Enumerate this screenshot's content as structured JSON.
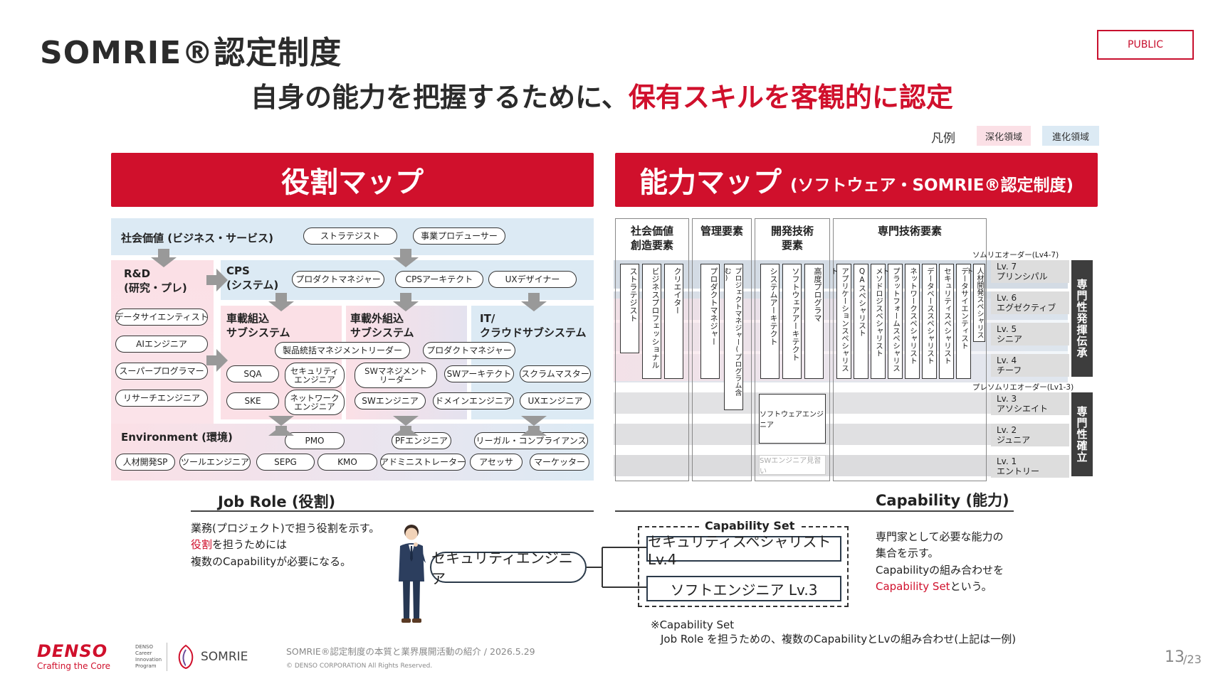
{
  "header": {
    "title": "SOMRIE®認定制度",
    "badge": "PUBLIC",
    "subtitle_black": "自身の能力を把握するために、",
    "subtitle_red": "保有スキルを客観的に認定"
  },
  "legend": {
    "label": "凡例",
    "deep": "深化領域",
    "evolve": "進化領域"
  },
  "colors": {
    "brand_red": "#d0102c",
    "deep_pink": "#fbe0e6",
    "evolve_blue": "#dceaf4"
  },
  "role_map": {
    "banner": "役割マップ",
    "social_value": "社会価値 (ビジネス・サービス)",
    "social_pills": [
      "ストラテジスト",
      "事業プロデューサー"
    ],
    "rd_label": "R&D\n(研究・プレ)",
    "rd_pills": [
      "データサイエンティスト",
      "AIエンジニア",
      "スーパープログラマー",
      "リサーチエンジニア"
    ],
    "cps_label": "CPS\n(システム)",
    "cps_pills": [
      "プロダクトマネジャー",
      "CPSアーキテクト",
      "UXデザイナー"
    ],
    "sub1_label": "車載組込\nサブシステム",
    "sub2_label": "車載外組込\nサブシステム",
    "sub3_label": "IT/\nクラウドサブシステム",
    "mid_pills": [
      "製品統括マネジメントリーダー",
      "プロダクトマネジャー"
    ],
    "row1_pills": [
      "SQA",
      "セキュリティ\nエンジニア",
      "SWマネジメント\nリーダー",
      "SWアーキテクト",
      "スクラムマスター"
    ],
    "row2_pills": [
      "SKE",
      "ネットワーク\nエンジニア",
      "SWエンジニア",
      "ドメインエンジニア",
      "UXエンジニア"
    ],
    "env_label": "Environment (環境)",
    "env_top_pills": [
      "PMO",
      "PFエンジニア",
      "リーガル・コンプライアンス"
    ],
    "env_bottom_pills": [
      "人材開発SP",
      "ツールエンジニア",
      "SEPG",
      "KMO",
      "アドミニストレーター",
      "アセッサ",
      "マーケッター"
    ]
  },
  "capability_map": {
    "banner_main": "能力マップ",
    "banner_sub": "(ソフトウェア・SOMRIE®認定制度)",
    "groups": [
      {
        "header": "社会価値\n創造要素",
        "items": [
          "ストラテジスト",
          "ビジネスプロフェッショナル",
          "クリエイター"
        ]
      },
      {
        "header": "管理要素",
        "items": [
          "プロダクトマネジャー",
          "プロジェクトマネジャー(プログラム含む)"
        ]
      },
      {
        "header": "開発技術\n要素",
        "items": [
          "システムアーキテクト",
          "ソフトウェアアーキテクト",
          "高度プログラマ"
        ]
      },
      {
        "header": "専門技術要素",
        "items": [
          "アプリケーションスペシャリスト",
          "QAスペシャリスト",
          "メソドロジスペシャリスト",
          "プラットフォームスペシャリスト",
          "ネットワークスペシャリスト",
          "データベーススペシャリスト",
          "セキュリティスペシャリスト",
          "データサイエンティスト",
          "人材開発スペシャリスト"
        ]
      }
    ],
    "sw_engineer": "ソフトウェアエンジニア",
    "sw_engineer_candidate": "SWエンジニア見習い",
    "group_upper": "ソムリエオーダー(Lv4-7)",
    "group_lower": "プレソムリエオーダー(Lv1-3)",
    "levels": [
      {
        "lv": "Lv. 7",
        "name": "プリンシパル"
      },
      {
        "lv": "Lv. 6",
        "name": "エグゼクティブ"
      },
      {
        "lv": "Lv. 5",
        "name": "シニア"
      },
      {
        "lv": "Lv. 4",
        "name": "チーフ"
      },
      {
        "lv": "Lv. 3",
        "name": "アソシエイト"
      },
      {
        "lv": "Lv. 2",
        "name": "ジュニア"
      },
      {
        "lv": "Lv. 1",
        "name": "エントリー"
      }
    ],
    "side_upper": "専門性発揮伝承",
    "side_lower": "専門性確立"
  },
  "job_role": {
    "heading": "Job Role (役割)",
    "line1": "業務(プロジェクト)で担う役割を示す。",
    "line2_red": "役割",
    "line2_rest": "を担うためには",
    "line3": "複数のCapabilityが必要になる。",
    "role_pill": "セキュリティエンジニア"
  },
  "capability": {
    "heading": "Capability (能力)",
    "set_title": "Capability Set",
    "set_items": [
      "セキュリティスペシャリスト Lv.4",
      "ソフトエンジニア Lv.3"
    ],
    "desc1": "専門家として必要な能力の",
    "desc2": "集合を示す。",
    "desc3": "Capabilityの組み合わせを",
    "desc4_red": "Capability Set",
    "desc4_rest": "という。",
    "note1": "※Capability Set",
    "note2": "Job Role を担うための、複数のCapabilityとLvの組み合わせ(上記は一例)"
  },
  "footer": {
    "logo": "DENSO",
    "tagline": "Crafting the Core",
    "program": "DENSO\nCareer\nInnovation\nProgram",
    "somrie": "SOMRIE",
    "doc_title": "SOMRIE®認定制度の本質と業界展開活動の紹介 / 2026.5.29",
    "copyright": "© DENSO CORPORATION All Rights Reserved.",
    "page": "13",
    "total": "/23"
  }
}
